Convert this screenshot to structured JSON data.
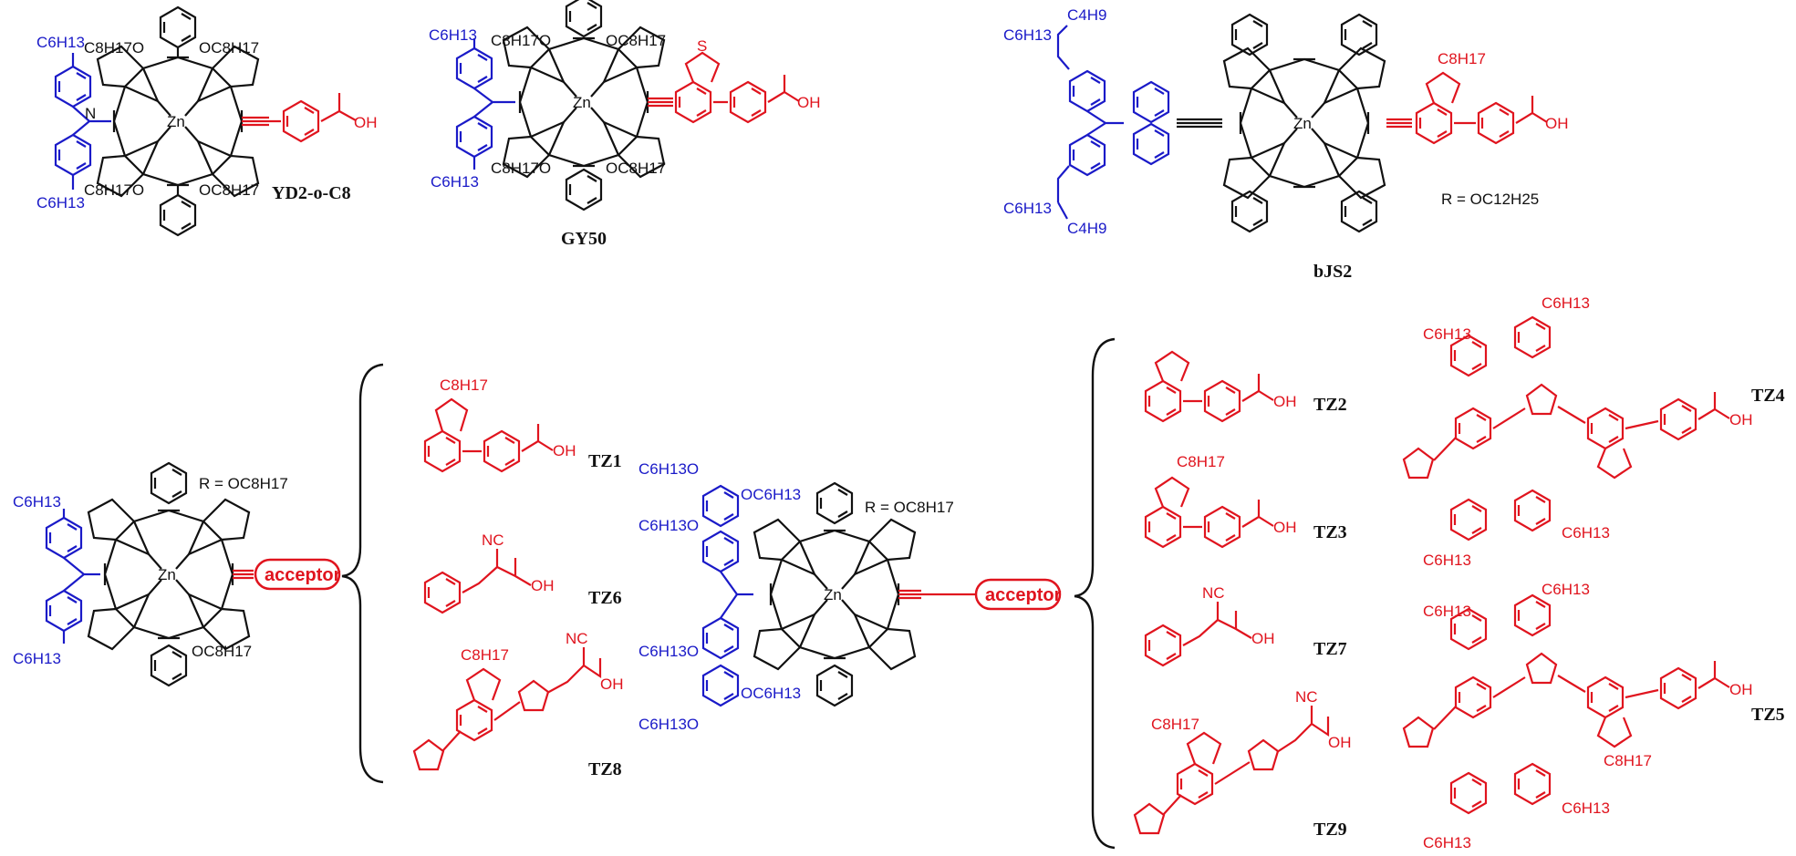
{
  "compounds": {
    "yd2": {
      "name": "YD2-o-C8",
      "donor_top": "C6H13",
      "donor_bottom": "C6H13",
      "alkoxy": [
        "C8H17O",
        "OC8H17",
        "C8H17O",
        "OC8H17"
      ],
      "metal": "Zn",
      "anchor": "OH"
    },
    "gy50": {
      "name": "GY50",
      "donor_top": "C6H13",
      "donor_bottom": "C6H13",
      "alkoxy": [
        "C8H17O",
        "OC8H17",
        "C8H17O",
        "OC8H17"
      ],
      "metal": "Zn",
      "hetero": "S",
      "anchor": "OH"
    },
    "bjs2": {
      "name": "bJS2",
      "alkyl_top": [
        "C4H9",
        "C6H13"
      ],
      "alkyl_bottom": [
        "C6H13",
        "C4H9"
      ],
      "r_note": "R = OC12H25",
      "metal": "Zn",
      "triazole_alkyl": "C8H17",
      "anchor": "OH"
    }
  },
  "series_left": {
    "porphyrin": {
      "donor_top": "C6H13",
      "donor_bottom": "C6H13",
      "r_note": "R = OC8H17",
      "bottom_alkoxy": "OC8H17",
      "metal": "Zn"
    },
    "acceptor_label": "acceptor",
    "acceptors": [
      {
        "name": "TZ1",
        "alkyl": "C8H17",
        "anchor": "OH"
      },
      {
        "name": "TZ6",
        "group": "NC",
        "anchor": "OH"
      },
      {
        "name": "TZ8",
        "alkyl": "C8H17",
        "group": "NC",
        "anchor": "OH"
      }
    ]
  },
  "series_right": {
    "porphyrin": {
      "alkoxy": [
        "C6H13O",
        "OC6H13",
        "C6H13O",
        "C6H13O",
        "OC6H13",
        "C6H13O"
      ],
      "r_note": "R = OC8H17",
      "metal": "Zn"
    },
    "acceptor_label": "acceptor",
    "acceptors": [
      {
        "name": "TZ2",
        "anchor": "OH"
      },
      {
        "name": "TZ3",
        "alkyl": "C8H17",
        "anchor": "OH"
      },
      {
        "name": "TZ7",
        "group": "NC",
        "anchor": "OH"
      },
      {
        "name": "TZ9",
        "alkyl": "C8H17",
        "group": "NC",
        "anchor": "OH"
      },
      {
        "name": "TZ4",
        "hexyl": [
          "C6H13",
          "C6H13",
          "C6H13",
          "C6H13"
        ],
        "anchor": "OH"
      },
      {
        "name": "TZ5",
        "hexyl": [
          "C6H13",
          "C6H13",
          "C6H13",
          "C6H13"
        ],
        "alkyl": "C8H17",
        "anchor": "OH"
      }
    ]
  },
  "colors": {
    "core": "#111111",
    "donor": "#1a1ac8",
    "acceptor": "#e0141e"
  }
}
